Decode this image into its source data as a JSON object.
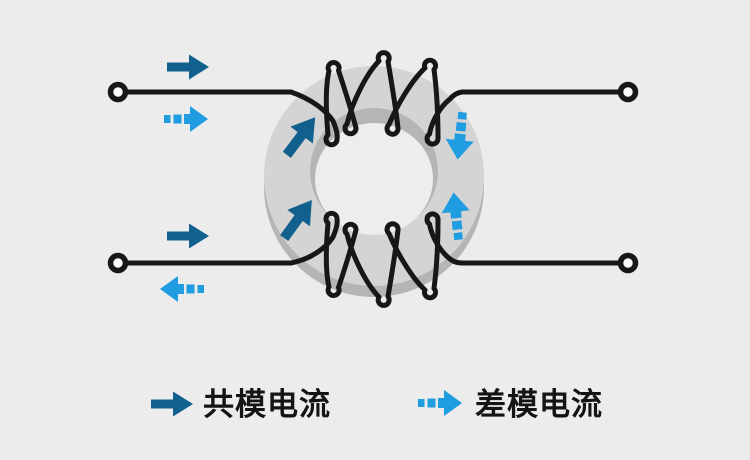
{
  "diagram": {
    "type": "common-mode-choke-schematic",
    "core": {
      "shape": "toroid",
      "windings": "two black wire coils of 4 turns each, top and bottom"
    },
    "colors": {
      "background": "#ececec",
      "core_top": "#d4d4d4",
      "core_side": "#b4b5b5",
      "hole": "#ededed",
      "wire": "#171717",
      "common_mode_blue": "#11608D",
      "differential_mode_blue": "#1F9DE0",
      "text": "#141414",
      "terminal_fill": "#fbfbfb"
    },
    "line_arrows": [
      {
        "name": "common-mode-current-top",
        "style": "solid",
        "direction": "right"
      },
      {
        "name": "differential-current-top",
        "style": "dashed",
        "direction": "right"
      },
      {
        "name": "common-mode-current-bottom",
        "style": "solid",
        "direction": "right"
      },
      {
        "name": "differential-current-bottom",
        "style": "dashed",
        "direction": "left"
      }
    ],
    "flux_arrows": [
      {
        "name": "common-mode-flux-top-left",
        "style": "solid",
        "direction": "up-right"
      },
      {
        "name": "common-mode-flux-bottom-left",
        "style": "solid",
        "direction": "up-right"
      },
      {
        "name": "differential-flux-top-right",
        "style": "dashed",
        "direction": "down"
      },
      {
        "name": "differential-flux-bottom-right",
        "style": "dashed",
        "direction": "up"
      }
    ],
    "legend": [
      {
        "symbol": "solid-arrow",
        "label": "共模电流"
      },
      {
        "symbol": "dashed-arrow",
        "label": "差模电流"
      }
    ]
  }
}
